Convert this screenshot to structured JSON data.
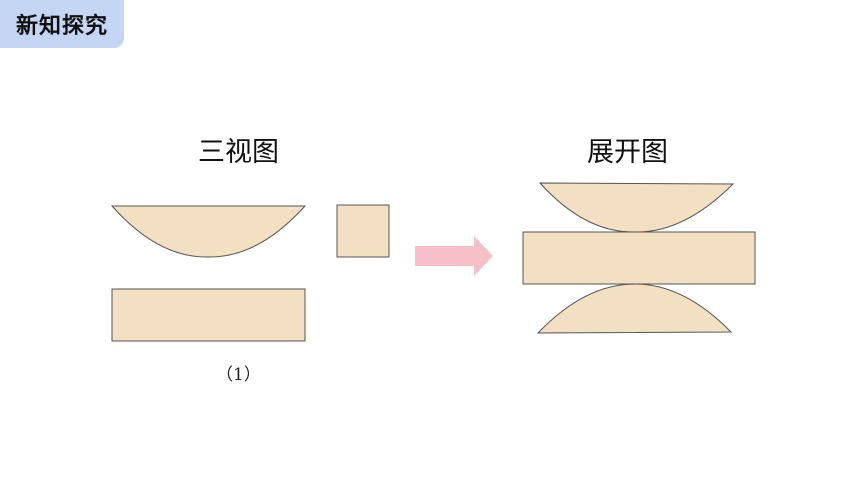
{
  "badge": {
    "label": "新知探究"
  },
  "sections": {
    "three_view_title": "三视图",
    "unfolded_title": "展开图"
  },
  "caption": "（1）",
  "colors": {
    "shape_fill": "#f3dfc1",
    "shape_stroke": "#555555",
    "arrow": "#f7bfc8",
    "badge_bg": "#c5d6f5"
  }
}
